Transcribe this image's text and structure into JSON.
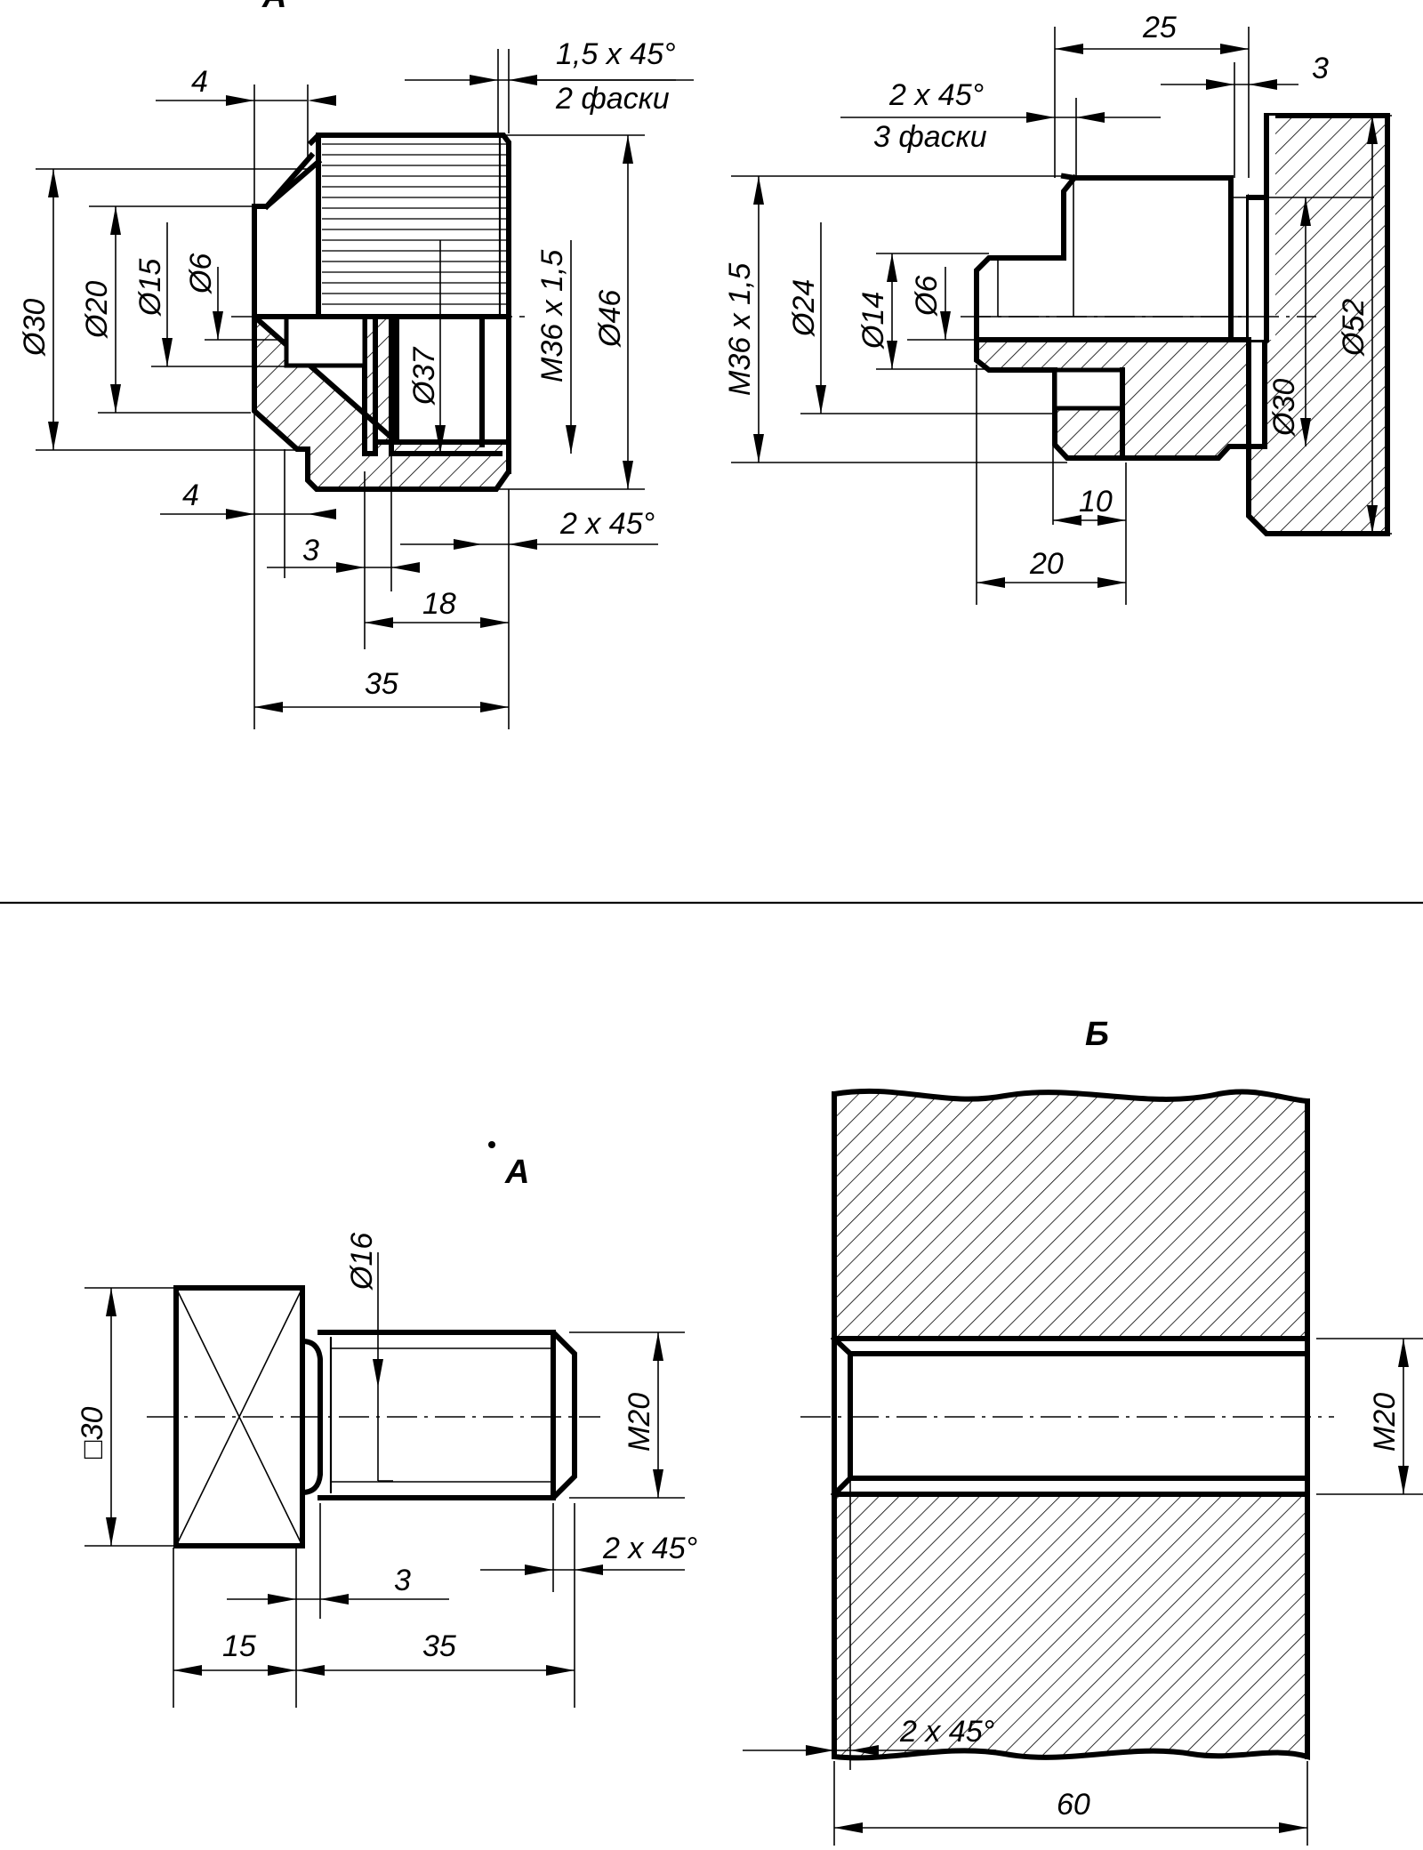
{
  "fig_A_top": {
    "view_label": "А",
    "chamfer_top": "1,5 x 45°",
    "chamfer_top_count": "2 фаски",
    "d_30": "Ø30",
    "d_20": "Ø20",
    "d_15": "Ø15",
    "d_6": "Ø6",
    "d_37": "Ø37",
    "thread": "M36 x 1,5",
    "d_46": "Ø46",
    "len_4_top": "4",
    "len_4_bottom": "4",
    "len_3": "3",
    "chamfer_bottom": "2 x 45°",
    "len_18": "18",
    "len_35": "35"
  },
  "fig_B_top": {
    "len_25": "25",
    "len_3": "3",
    "chamfer": "2 x 45°",
    "chamfer_count": "3 фаски",
    "thread": "M36 x 1,5",
    "d_24": "Ø24",
    "d_14": "Ø14",
    "d_6": "Ø6",
    "d_30": "Ø30",
    "d_52": "Ø52",
    "len_10": "10",
    "len_20": "20"
  },
  "fig_A_bottom": {
    "view_label": "А",
    "d_16": "Ø16",
    "square_30": "□30",
    "thread": "M20",
    "chamfer": "2 x 45°",
    "len_3": "3",
    "len_15": "15",
    "len_35": "35"
  },
  "fig_B_bottom": {
    "view_label": "Б",
    "thread": "M20",
    "chamfer": "2 x 45°",
    "len_60": "60"
  }
}
